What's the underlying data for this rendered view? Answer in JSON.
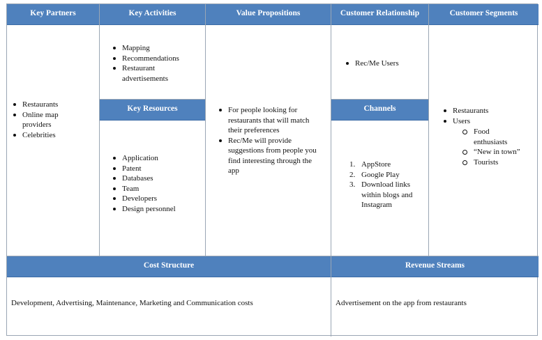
{
  "key_partners": {
    "title": "Key Partners",
    "items": [
      "Restaurants",
      "Online map providers",
      "Celebrities"
    ]
  },
  "key_activities": {
    "title": "Key Activities",
    "items": [
      "Mapping",
      "Recommendations",
      "Restaurant advertisements"
    ]
  },
  "key_resources": {
    "title": "Key Resources",
    "items": [
      "Application",
      "Patent",
      "Databases",
      "Team",
      "Developers",
      "Design personnel"
    ]
  },
  "value_propositions": {
    "title": "Value Propositions",
    "items": [
      "For people looking for restaurants that will match their preferences",
      "Rec/Me will provide suggestions from people you find interesting through the app"
    ]
  },
  "customer_relationship": {
    "title": "Customer Relationship",
    "items": [
      "Rec/Me Users"
    ]
  },
  "channels": {
    "title": "Channels",
    "items": [
      {
        "n": "1.",
        "text": "AppStore"
      },
      {
        "n": "2.",
        "text": "Google Play"
      },
      {
        "n": "3.",
        "text": "Download links within blogs and Instagram"
      }
    ]
  },
  "customer_segments": {
    "title": "Customer Segments",
    "items": [
      "Restaurants",
      "Users"
    ],
    "sub_items": [
      "Food enthusiasts",
      "“New in town”",
      "Tourists"
    ]
  },
  "cost_structure": {
    "title": "Cost Structure",
    "text": "Development, Advertising, Maintenance, Marketing and Communication costs"
  },
  "revenue_streams": {
    "title": "Revenue Streams",
    "text": "Advertisement on the app from restaurants"
  },
  "colors": {
    "header_bg": "#4f81bd",
    "header_text": "#ffffff",
    "grid_line": "#9aa6b4"
  }
}
